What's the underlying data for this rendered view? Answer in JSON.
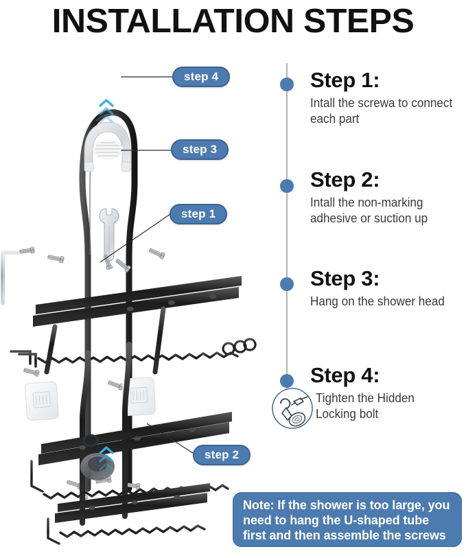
{
  "title": "INSTALLATION STEPS",
  "colors": {
    "accent_blue": "#4c7bb0",
    "pill_border": "#3b6391",
    "timeline_line": "#b3b3b3",
    "chevron_blue": "#3aa8dc",
    "metal_dark": "#2b2b2b",
    "heading_text": "#111111",
    "body_text": "#3a3a3a",
    "note_text": "#ffffff"
  },
  "callouts": [
    {
      "id": "step-4",
      "label": "step 4"
    },
    {
      "id": "step-3",
      "label": "step 3"
    },
    {
      "id": "step-1",
      "label": "step 1"
    },
    {
      "id": "step-2",
      "label": "step 2"
    }
  ],
  "steps": [
    {
      "heading": "Step 1:",
      "description": "Intall the screwa to connect each part"
    },
    {
      "heading": "Step 2:",
      "description": "Intall the non-marking adhesive or suction up"
    },
    {
      "heading": "Step 3:",
      "description": "Hang on the shower head"
    },
    {
      "heading": "Step 4:",
      "description": "Tighten the Hidden Locking bolt"
    }
  ],
  "note": {
    "text": "Note: If the shower is too large, you need to hang the U-shaped tube first and then assemble the screws"
  },
  "illustration": {
    "name": "shower-caddy-exploded-view",
    "parts": [
      "u-shaped-hanging-tube",
      "shower-head-bracket",
      "upper-wire-basket",
      "middle-wire-basket",
      "bottom-wire-tray",
      "adhesive-pads",
      "suction-cup",
      "screws",
      "allen-wrench",
      "open-end-wrench",
      "side-hooks"
    ]
  }
}
